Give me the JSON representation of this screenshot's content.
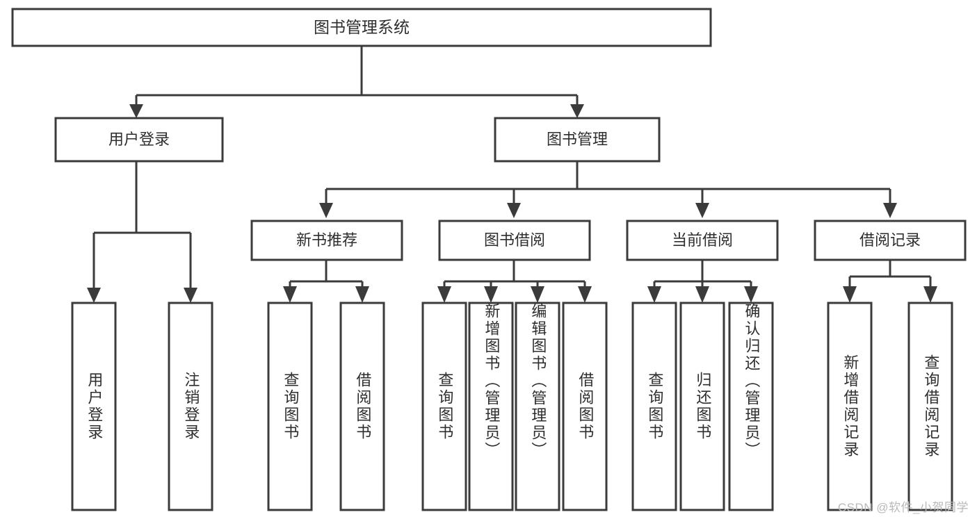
{
  "diagram": {
    "type": "hierarchy-tree",
    "title": "图书管理系统",
    "root": {
      "id": "root",
      "label": "图书管理系统",
      "orientation": "horizontal"
    },
    "level2": [
      {
        "id": "user-login",
        "label": "用户登录",
        "orientation": "horizontal"
      },
      {
        "id": "book-management",
        "label": "图书管理",
        "orientation": "horizontal"
      }
    ],
    "level3": [
      {
        "id": "new-book-recommend",
        "label": "新书推荐",
        "parent": "book-management",
        "orientation": "horizontal"
      },
      {
        "id": "book-borrow",
        "label": "图书借阅",
        "parent": "book-management",
        "orientation": "horizontal"
      },
      {
        "id": "current-borrow",
        "label": "当前借阅",
        "parent": "book-management",
        "orientation": "horizontal"
      },
      {
        "id": "borrow-record",
        "label": "借阅记录",
        "parent": "book-management",
        "orientation": "horizontal"
      }
    ],
    "leaves": [
      {
        "id": "leaf-user-login",
        "label": "用户登录",
        "parent": "user-login",
        "orientation": "vertical"
      },
      {
        "id": "leaf-logout",
        "label": "注销登录",
        "parent": "user-login",
        "orientation": "vertical"
      },
      {
        "id": "leaf-query-book-1",
        "label": "查询图书",
        "parent": "new-book-recommend",
        "orientation": "vertical"
      },
      {
        "id": "leaf-borrow-book-1",
        "label": "借阅图书",
        "parent": "new-book-recommend",
        "orientation": "vertical"
      },
      {
        "id": "leaf-query-book-2",
        "label": "查询图书",
        "parent": "book-borrow",
        "orientation": "vertical"
      },
      {
        "id": "leaf-add-book",
        "label": "新增图书（管理员）",
        "parent": "book-borrow",
        "orientation": "vertical"
      },
      {
        "id": "leaf-edit-book",
        "label": "编辑图书（管理员）",
        "parent": "book-borrow",
        "orientation": "vertical"
      },
      {
        "id": "leaf-borrow-book-2",
        "label": "借阅图书",
        "parent": "book-borrow",
        "orientation": "vertical"
      },
      {
        "id": "leaf-query-book-3",
        "label": "查询图书",
        "parent": "current-borrow",
        "orientation": "vertical"
      },
      {
        "id": "leaf-return-book",
        "label": "归还图书",
        "parent": "current-borrow",
        "orientation": "vertical"
      },
      {
        "id": "leaf-confirm-return",
        "label": "确认归还（管理员）",
        "parent": "current-borrow",
        "orientation": "vertical"
      },
      {
        "id": "leaf-add-record",
        "label": "新增借阅记录",
        "parent": "borrow-record",
        "orientation": "vertical"
      },
      {
        "id": "leaf-query-record",
        "label": "查询借阅记录",
        "parent": "borrow-record",
        "orientation": "vertical"
      }
    ],
    "watermark": "CSDN @软件_小贺同学",
    "colors": {
      "box_stroke": "#3b3b3b",
      "box_fill": "#ffffff",
      "text": "#2e2e2e",
      "connector": "#3b3b3b",
      "background": "#ffffff",
      "watermark": "#b9b9b9"
    }
  }
}
